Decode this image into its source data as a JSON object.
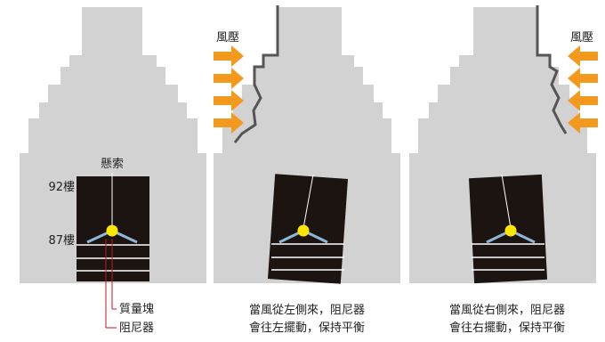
{
  "panel1": {
    "label_cable": "懸索",
    "label_floor_top": "92樓",
    "label_floor_bottom": "87樓",
    "legend_mass": "質量塊",
    "legend_damper": "阻尼器"
  },
  "panel2": {
    "wind_label": "風壓",
    "caption_line1": "當風從左側來，阻尼器",
    "caption_line2": "會往左擺動，保持平衡"
  },
  "panel3": {
    "wind_label": "風壓",
    "caption_line1": "當風從右側來，阻尼器",
    "caption_line2": "會往右擺動，保持平衡"
  },
  "colors": {
    "building": "#d2d2d2",
    "building_dark": "#555555",
    "chamber": "#1c1410",
    "mass": "#ffe600",
    "arrow": "#f39a1e",
    "leader": "#c8161d",
    "damper": "#8fb8d8"
  },
  "icons": [
    "arrow-right-icon",
    "arrow-left-icon"
  ]
}
